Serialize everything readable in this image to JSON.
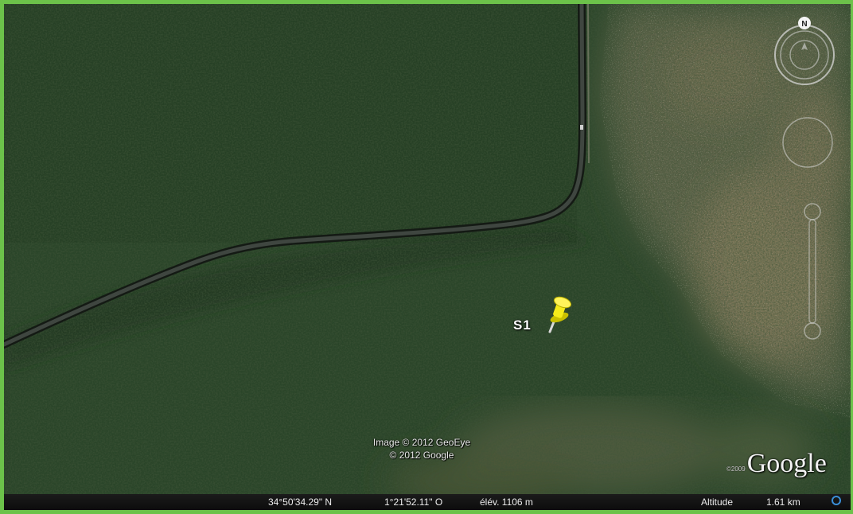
{
  "map": {
    "placemark_label": "S1",
    "attribution_lines": [
      "Image © 2012 GeoEye",
      "© 2012 Google"
    ],
    "logo_year": "©2009",
    "logo_text": "Google",
    "compass_letter": "N"
  },
  "status_bar": {
    "latitude": "34°50'34.29\" N",
    "longitude": "1°21'52.11\" O",
    "elevation": "élév. 1106 m",
    "altitude_label": "Altitude",
    "altitude_value": "1.61 km"
  },
  "colors": {
    "frame": "#6cc24a",
    "placemark": "#f5ec1a",
    "status_bar": "#111111",
    "status_ring": "#3a8fd8"
  },
  "icons": {
    "placemark": "yellow-pushpin-icon",
    "compass": "north-compass-icon",
    "look": "look-joystick-icon",
    "zoom": "zoom-slider-icon",
    "status": "streaming-ring-icon"
  }
}
